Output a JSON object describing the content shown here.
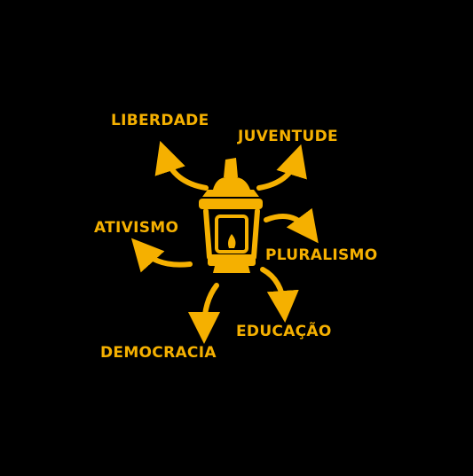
{
  "accent_color": "#F5B000",
  "background_color": "#000000",
  "center_icon": "lantern-icon",
  "labels": {
    "liberdade": "LIBERDADE",
    "juventude": "JUVENTUDE",
    "ativismo": "ATIVISMO",
    "pluralismo": "PLURALISMO",
    "educacao": "EDUCAÇÃO",
    "democracia": "DEMOCRACIA"
  }
}
